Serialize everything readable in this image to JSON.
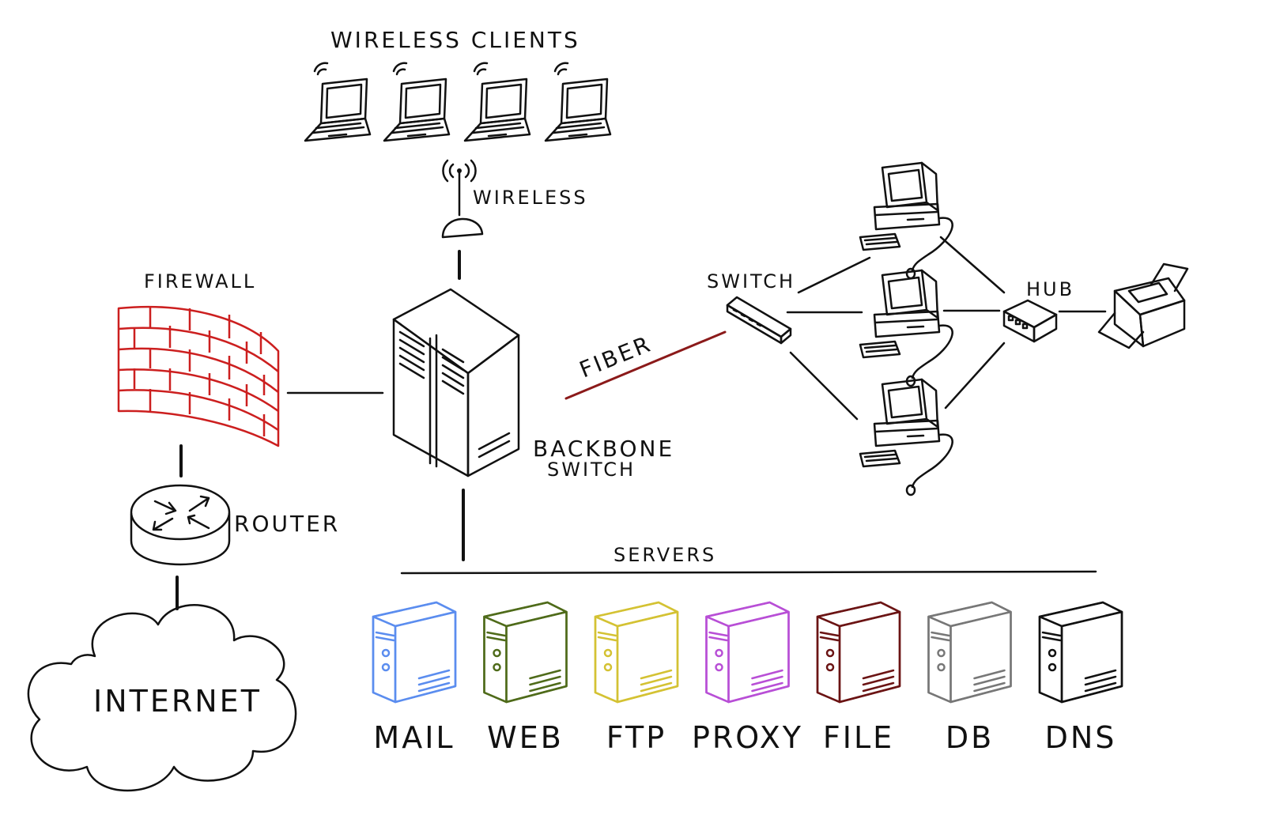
{
  "labels": {
    "wireless_clients": "WIRELESS CLIENTS",
    "wireless": "WIRELESS",
    "firewall": "FIREWALL",
    "router": "ROUTER",
    "internet": "INTERNET",
    "backbone_line1": "BACKBONE",
    "backbone_line2": "SWITCH",
    "fiber": "FIBER",
    "switch": "SWITCH",
    "hub": "HUB",
    "servers": "SERVERS"
  },
  "colors": {
    "ink": "#111111",
    "firewall": "#cc1f1f",
    "fiber": "#8b1a1a"
  },
  "servers": [
    {
      "label": "MAIL",
      "color": "#5b8def"
    },
    {
      "label": "WEB",
      "color": "#4f6b1a"
    },
    {
      "label": "FTP",
      "color": "#d4c233"
    },
    {
      "label": "PROXY",
      "color": "#b84fd6"
    },
    {
      "label": "FILE",
      "color": "#6b1414"
    },
    {
      "label": "DB",
      "color": "#777777"
    },
    {
      "label": "DNS",
      "color": "#111111"
    }
  ],
  "icons": {
    "laptop": "laptop-icon",
    "antenna": "wireless-antenna-icon",
    "firewall": "firewall-icon",
    "router": "router-icon",
    "cloud": "cloud-icon",
    "backbone": "backbone-switch-icon",
    "switch": "switch-icon",
    "hub": "hub-icon",
    "computer": "desktop-computer-icon",
    "printer": "printer-icon",
    "server": "server-icon"
  }
}
